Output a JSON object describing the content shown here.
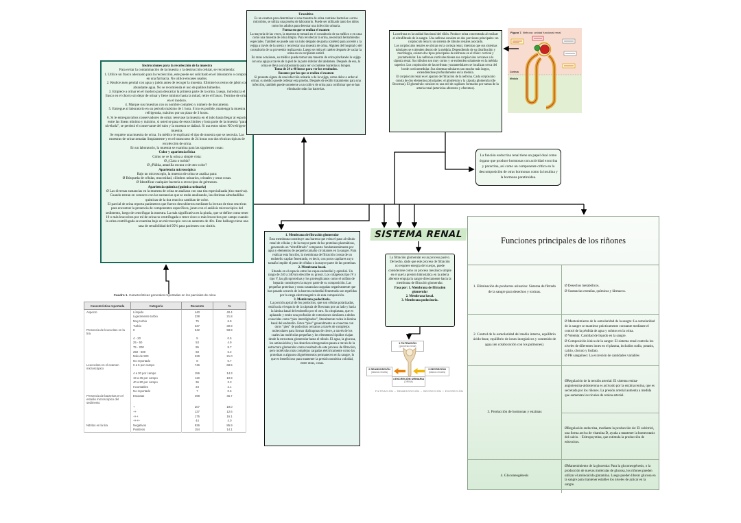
{
  "colors": {
    "box_green": "#e9f6ec",
    "box_cyan": "#e4f3ee",
    "border_green": "#17695a",
    "title_bg": "#cfe8c8",
    "arrow_orange": "#e8820c",
    "arrow_gold": "#f2b705",
    "cortex_pink": "#f9dcd0",
    "medulla_green": "#e2efd2"
  },
  "title": "SISTEMA RENAL",
  "instrucciones": {
    "title": "Instrucciones para la recolección de la muestra",
    "intro": "Para evitar la contaminación de la muestra y la destrucción celular, se recomienda:",
    "steps": [
      "1. Utilice un frasco adecuado para la recolección, este puede ser solicitado en el laboratorio o comprado en una farmacia. No utilice envases usados.",
      "2. Realice aseo genital con agua y jabón antes de recoger la muestra. Elimine los restos de jabón con abundante agua. No se recomienda el uso de pañitos húmedos.",
      "3. Empiece a orinar en el inodoro para descartar la primera parte de la orina. Luego, introduzca el frasco en el chorro sin dejar de orinar y llene mínimo hasta la mitad, retire el frasco. Termine de orinar en el inodoro.",
      "4. Marque sus muestras con su nombre completo y número de documento.",
      "5. Entregue al laboratorio en un período máximo de 1 hora. Si no es posible, mantenga la muestra refrigerada, máximo por un plazo de 3 horas.",
      "6. Si le entregan tubos conservadores de orina: reenvase la muestra en el tubo hasta llegar al espacio entre las líneas mínimo y máximo, si usted se pasa de estos límites y bota parte de la muestra “para nivelarla”, se perderá el conservante del tubo y la muestra se dañará. Si usa estos tubos NO refrigere la muestra."
    ],
    "p_muestra": "Se requiere una muestra de orina. Su médico le explicará el tipo de muestra que se necesita. Las muestras de orina tomadas limpiamente y en el transcurso de 24 horas son dos técnicas típicas de recolección de orina.",
    "p_examina": "En un laboratorio, la muestra se examina para las siguientes cosas:",
    "h_fisica": "Color y apariencia física",
    "fisica_lines": [
      "Cómo se ve la orina a simple vista:",
      "Ø ¿Clara o turbia?",
      "Ø ¿Pálida, amarilla oscura o de otro color?"
    ],
    "h_micro": "Apariencia microscópica",
    "micro_lines": [
      "Bajo un microscopio, la muestra de orina se analiza para:",
      "Ø Búsqueda de células, mucosidad, cilindros urinarios, cristales y otras cosas.",
      "Ø Identificar cualquier bacteria u otros tipos de gérmenes."
    ],
    "h_quimica": "Apariencia química (química urinaria)",
    "quimica_text": "Ø Las diversas sustancias en la muestra de orina se analizan con una tira especializada (tira reactiva). Cuando entran en contacto con las sustancias que se están analizando, las distintas almohadillas químicas de la tira reactiva cambian de color.",
    "p_final": "El parcial de orina reporta parámetros que fueron descubiertos mediante la lectura de tiras reactivas para encontrar la presencia de componentes específicos, junto con el análisis microscópico del sedimento, luego de centrifugar la muestra. La más significativa es la piuria, que se define como tener 10 o más leucocitos por ml de orina no centrifugada o tener cinco o más leucocitos por campo cuando la orina centrifugada se examina bajo un microscopio con un aumento de 40x. Este hallazgo tiene una tasa de sensibilidad del 95% para pacientes con cistitis."
  },
  "urocultivo": {
    "title": "Urocultivo",
    "p1": "Es un examen para determinar si una muestra de orina contiene bacterias u otros microbios, se utiliza una prueba de laboratorio. Puede ser utilizado tanto los niños como los adultos para detectar una infección urinaria.",
    "h_forma": "Forma en que se realiza el examen",
    "p2": "La mayoría de las veces, la muestra se tomará en el consultorio de su médico o en casa como una muestra de orina limpia. Para recolectar la orina, necesitará herramientas especiales. También se puede usar un tubo delgado de goma (catéter) para acceder a la vejiga a través de la uretra y recolectar una muestra de orina. Alguien del hospital o del consultorio de su proveedor realiza esto. Luego se retira el catéter después de vaciar la orina en un recipiente estéril.",
    "p3": "En raras ocasiones, su médico puede tomar una muestra de orina pinchando la vejiga con una aguja a través de la piel de la parte inferior del abdomen. Después de eso, la orina se lleva a un laboratorio para ver si contiene bacterias u hongos.",
    "p3b": "Toma de 24 a 48 horas para ver los resultados.",
    "h_razones": "Razones por las que se realiza el examen",
    "p4": "Si presenta signos de una infección urinaria o de la vejiga, como dolor o ardor al orinar, su médico puede ordenar esta prueba. Después de recibir tratamiento para una infección, también puede someterse a un cultivo de orina para confirmar que se han eliminado todas las bacterias."
  },
  "nefrona": {
    "p1": "La nefrona es la unidad funcional del riñón. Produce orina concentrada al realizar el ultrafiltrado de la sangre. Una nefrona consiste en dos porciones principales: un corpúsculo renal y un sistema de túbulos renales asociado.",
    "p2": "Los corpúsculos renales se ubican en la corteza renal, mientras que sus sistemas tubulares se extienden dentro de la médula. Dependiendo de su distribución y morfología, existen dos tipos principales de nefronas en el riñón: cortical y yuxtamedular. Las nefronas corticales tienen sus corpúsculos cercanos a la cápsula renal. Sus túbulos son muy cortos y se extienden solamente en la médula superior. Los corpúsculos de las nefronas yuxtamedulares se localizan cerca del borde corticomedular. Sus sistemas tubulares son mucho más largos, extendiéndose profundamente en la médula.",
    "p3": "El corpúsculo renal es el aparato de filtración de la nefrona. Cada corpúsculo consta de dos elementos principales: el glomérulo y la cápsula glomerular (de Bowman). El glomérulo consiste en una red de capilares formados por ramas de la arteria renal (arteriolas aferentes y eferentes)."
  },
  "figura": {
    "caption_bold": "Figura 7.",
    "caption_rest": " Nefrona: unidad funcional renal",
    "label_corteza": "Corteza",
    "label_medula": "Médula"
  },
  "endocrina": {
    "text": "La función endocrina renal tiene un papel dual como órgano que produce hormonas con actividad exocrina y paracrina, así como un componente crítico en la descomposición de otras hormonas como la insulina y la hormona paratiroidea."
  },
  "membranas": {
    "h1": "1. Membrana de filtración glomerular",
    "p1": "Esta membrana constituye una barrera que evita el paso al túbulo renal de células y de la mayor parte de las proteínas plasmáticas, generando un “ultrafiltrado” compuesto fundamentalmente por agua y elementos de pequeño tamaño circulantes en la sangre. Para realizar esta función, la membrana de filtración consta de un endotelio capilar fenestrado, es decir, con poros capilares cuyo tamaño impide el paso de células o la mayor parte de las proteínas.",
    "h2": "2. Membrana basal.",
    "p2": "Situado en el espacio entre las capas endotelial y epitelial. Un rango de 240 a 340 nm describe su grosor. Los colágenos tipo IV y tipo V, las glicoproteínas y los proteoglicanos como el sulfato de heparán constituyen la mayor parte de su composición. Las pequeñas proteínas y otras sustancias cargadas negativamente que han pasado a través de la barrera endotelial fenestrada son repelidas por la carga electronegativa de esta composición.",
    "h3": "3. Membrana podocitaria.",
    "p3": "La porción apical de los podocitos, que son células polarizadas, está hacia el espacio de la cápsula de Bowman por un lado y hacia la lámina basal del endotelio por el otro. Su citoplasma, que es aplanado y emite una profusión de extensiones similares a dedos conocidas como “pies interdigitados”, literalmente rodea la lámina basal del endotelio. Estos “pies” generalmente se conectan con otros “pies” de podocitos cercanos a través de complejos moleculares para formar diafragmas de cierre, a través de los cuales las moléculas pequeñas y los elementos líquidos viajan desde la estructura glomerular hasta el túbulo. El agua, la glucosa, los aminoácidos y los desechos nitrogenados pasan a través de la estructura glomerular como resultado de este proceso de filtración, pero moléculas más complejas cargadas eléctricamente como las proteínas o algunos oligoelementos permanecen en la sangre, lo que es beneficioso para mantener la presión osmótica coloidal, entre otras, cosas."
  },
  "filtracion": {
    "p1": "La filtración glomerular es un proceso pasivo. De hecho, dado que este proceso de filtración no requiere energía del cuerpo, puede considerarse como un proceso mecánico simple en el que la presión hidrostática en la arteria aferente empuja la sangre directamente hacia la membrana de filtración glomerular.",
    "pasa": [
      "Pasa por: 1. Membrana de filtración glomerular",
      "2. Membrana basal.",
      "3. Membrana podocitaria."
    ]
  },
  "procesos": {
    "f1": "1 FILTRACIÓN",
    "f1_sub": "(glomérulo renal)",
    "f2": "2 REABSORCIÓN",
    "f2_sub": "(túbulos renales)",
    "f3": "3 SECRECIÓN",
    "f3_sub": "(túbulos renales)",
    "f4": "4 EXCRECIÓN URINARIA",
    "f4_sub": "(ORINA)",
    "formula": "FILTRACIÓN – REABSORCIÓN – SECRECIÓN + EXCRECIÓN"
  },
  "cuadro": {
    "caption_bold": "Cuadro 1.",
    "caption_rest": " Características generales reportadas en los parciales de orina",
    "headers": [
      "Característica reportada",
      "Categoría",
      "Recuento",
      "%"
    ],
    "rows": [
      {
        "c": "Aspecto",
        "cat": "Límpido",
        "n": "440",
        "p": "40.4"
      },
      {
        "c": "",
        "cat": "Ligeramente turbio",
        "n": "238",
        "p": "21.8"
      },
      {
        "c": "",
        "cat": "Muy turbio",
        "n": "75",
        "p": "6.9"
      },
      {
        "c": "",
        "cat": "Turbio",
        "n": "337",
        "p": "30.9"
      },
      {
        "c": "Presencia de leucocitos en la tira",
        "cat": "0",
        "n": "642",
        "p": "58.9"
      },
      {
        "c": "",
        "cat": "4 - 20",
        "n": "5",
        "p": "0.5"
      },
      {
        "c": "",
        "cat": "25 - 50",
        "n": "53",
        "p": "4.9"
      },
      {
        "c": "",
        "cat": "75 - 200",
        "n": "95",
        "p": "8.7"
      },
      {
        "c": "",
        "cat": "250 - 500",
        "n": "68",
        "p": "6.2"
      },
      {
        "c": "",
        "cat": "Más de 500",
        "n": "229",
        "p": "21.0"
      },
      {
        "c": "",
        "cat": "No reportado",
        "n": "8",
        "p": "0.7"
      },
      {
        "c": "Leucocitos en el examen microscópico",
        "cat": "0 a 5 por campo",
        "n": "746",
        "p": "68.5"
      },
      {
        "c": "",
        "cat": "4 a 30 por campo",
        "n": "156",
        "p": "14.3"
      },
      {
        "c": "",
        "cat": "19 a 35 por campo",
        "n": "119",
        "p": "10.9"
      },
      {
        "c": "",
        "cat": "40 a 80 por campo",
        "n": "36",
        "p": "3.3"
      },
      {
        "c": "",
        "cat": "Incontables",
        "n": "23",
        "p": "2.1"
      },
      {
        "c": "",
        "cat": "No reportado",
        "n": "7",
        "p": "0.6"
      },
      {
        "c": "Presencia de bacterias en el estudio microscópico del sedimento",
        "cat": "Escasas",
        "n": "498",
        "p": "45.7"
      },
      {
        "c": "",
        "cat": "+",
        "n": "207",
        "p": "19.0"
      },
      {
        "c": "",
        "cat": "++",
        "n": "137",
        "p": "12.6"
      },
      {
        "c": "",
        "cat": "+++",
        "n": "175",
        "p": "16.1"
      },
      {
        "c": "",
        "cat": "++++",
        "n": "44",
        "p": "4.0"
      },
      {
        "c": "Nitritos en la tira",
        "cat": "Negativos",
        "n": "936",
        "p": "85.9"
      },
      {
        "c": "",
        "cat": "Positivos",
        "n": "154",
        "p": "14.1"
      }
    ]
  },
  "funciones": {
    "title": "Funciones principales de los riñones",
    "row1_left": "1. Eliminación de productos urinarios: Sistema de filtrado de la  sangre para desechos y toxinas.",
    "row1_right": [
      "Ø Desechos  metabólicos.",
      "Ø Sustancias extrañas, químicas y fármacos."
    ],
    "row2_left": "2. Control de la osmolaridad del medio interno, equilibrio  ácido-base, equilibrio de iones inorgánicos y contenido de agua (en  colaboración con los pulmones).",
    "row2_right": [
      "Ø Mantenimiento  de la osmolaridad de la sangre: La osmolaridad de la sangre se mantiene  prácticamente constante mediante el control de la pérdida de agua y solutos  en la orina.",
      "Ø Volemia: Cantidad de líquido en la sangre.",
      "Ø Composición iónica de la sangre: El sistema renal controla los niveles de  diferentes iones en el plasma, incluidos sodio, potasio, calcio, cloruro y  fosfato.",
      "Ø PH sanguíneo: La excreción de cantidades variables"
    ],
    "row3_left": "3. Producción de hormonas y enzimas",
    "row3_right_a": "ØRegulación de la tensión arterial: El sistema renina-angiotensina-aldosterona  es activado por la enzima renina, que es secretada por los riñones. La presión arterial aumenta a medida que aumentan los niveles de renina  arterial.",
    "row3_right_b": "ØRegulación endocrina, mediante la  producción de: El calcitriol, una forma activa de vitamina D, ayuda a mantener la homeostasis del calcio. - Eritropoyetina, que estimula la  producción de eritrocitos.",
    "row4_left": "4. Gluconeogénesis",
    "row4_right": "ØMantenimiento de la glucemia: Para la gluconeogénesis, o la producción de  nuevas moléculas de glucosa, los riñones pueden utilizar el aminoácido glutamina. Luego pueden liberar glucosa en la sangre para mantener estables  los niveles de azúcar en la  sangre."
  }
}
